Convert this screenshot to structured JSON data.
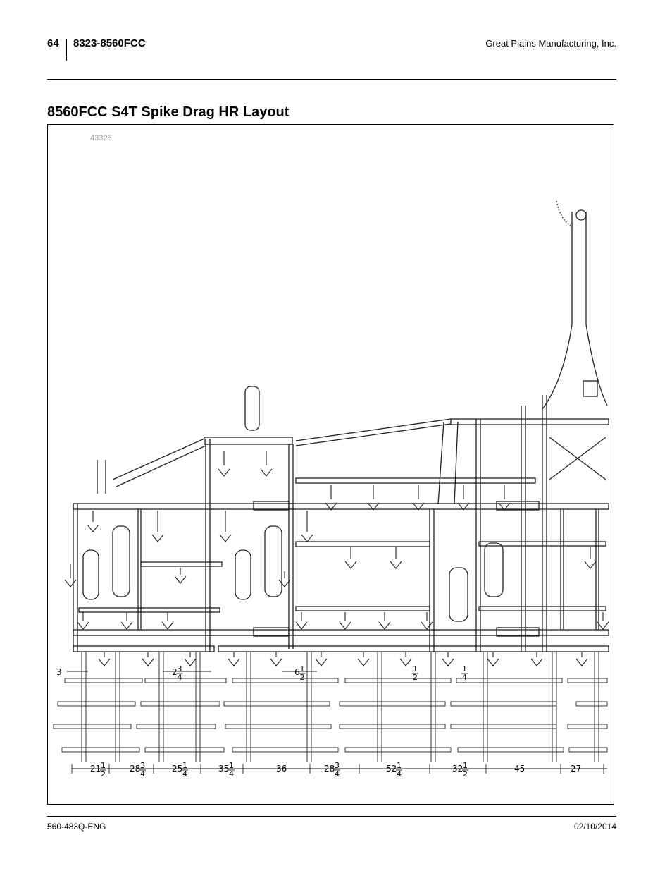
{
  "header": {
    "page_number": "64",
    "model": "8323-8560FCC",
    "company": "Great Plains Manufacturing, Inc."
  },
  "section_title": "8560FCC S4T Spike Drag HR Layout",
  "figure": {
    "id": "43328",
    "offset_labels": [
      {
        "whole": "3"
      },
      {
        "whole": "2",
        "num": "3",
        "den": "4"
      },
      {
        "whole": "6",
        "num": "1",
        "den": "2"
      },
      {
        "whole": "",
        "num": "1",
        "den": "2"
      },
      {
        "whole": "",
        "num": "1",
        "den": "4"
      }
    ],
    "spacing_labels": [
      {
        "whole": "21",
        "num": "1",
        "den": "2"
      },
      {
        "whole": "28",
        "num": "3",
        "den": "4"
      },
      {
        "whole": "25",
        "num": "1",
        "den": "4"
      },
      {
        "whole": "35",
        "num": "1",
        "den": "4"
      },
      {
        "whole": "36",
        "num": "",
        "den": ""
      },
      {
        "whole": "28",
        "num": "3",
        "den": "4"
      },
      {
        "whole": "52",
        "num": "1",
        "den": "4"
      },
      {
        "whole": "32",
        "num": "1",
        "den": "2"
      },
      {
        "whole": "45",
        "num": "",
        "den": ""
      },
      {
        "whole": "27",
        "num": "",
        "den": ""
      }
    ]
  },
  "footer": {
    "doc_number": "560-483Q-ENG",
    "date": "02/10/2014"
  }
}
